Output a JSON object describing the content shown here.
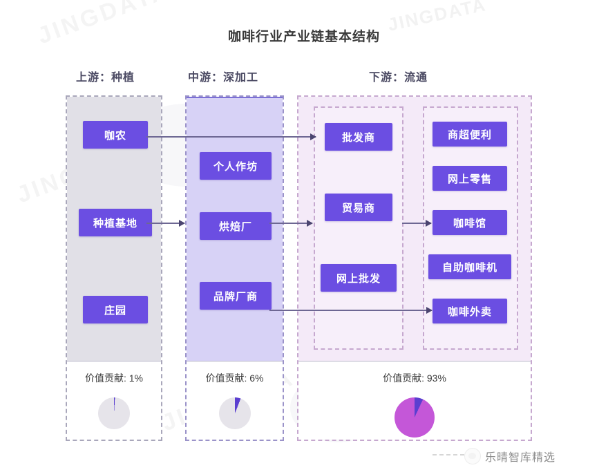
{
  "title": "咖啡行业产业链基本结构",
  "watermarks": {
    "top": "JINGDATA",
    "diagonal": "JINGDATA",
    "brand": "乐晴智库精选"
  },
  "stages": [
    {
      "id": "upstream",
      "header": "上游：种植",
      "value_label": "价值贡献: 1%",
      "value_percent": 1,
      "nodes": [
        "咖农",
        "种植基地",
        "庄园"
      ]
    },
    {
      "id": "midstream",
      "header": "中游：深加工",
      "value_label": "价值贡献: 6%",
      "value_percent": 6,
      "nodes": [
        "个人作坊",
        "烘焙厂",
        "品牌厂商"
      ]
    },
    {
      "id": "downstream",
      "header": "下游：流通",
      "value_label": "价值贡献: 93%",
      "value_percent": 93,
      "groups": [
        {
          "id": "distribution",
          "nodes": [
            "批发商",
            "贸易商",
            "网上批发"
          ]
        },
        {
          "id": "retail",
          "nodes": [
            "商超便利",
            "网上零售",
            "咖啡馆",
            "自助咖啡机",
            "咖啡外卖"
          ]
        }
      ]
    }
  ],
  "colors": {
    "node": "#6b4ee2",
    "upstream_bg": "#e1e0e7",
    "midstream_bg": "#d7d2f6",
    "downstream_bg": "#f4eaf8",
    "arrow": "#6d6793",
    "pie_accent": "#5b3fd0",
    "pie_large": "#c457d8",
    "pie_track": "#e6e4ea"
  },
  "chart_data": [
    {
      "type": "pie",
      "title": "价值贡献: 1%",
      "categories": [
        "上游：种植",
        "其他"
      ],
      "values": [
        1,
        99
      ],
      "colors": [
        "#5b3fd0",
        "#e6e4ea"
      ]
    },
    {
      "type": "pie",
      "title": "价值贡献: 6%",
      "categories": [
        "中游：深加工",
        "其他"
      ],
      "values": [
        6,
        94
      ],
      "colors": [
        "#5b3fd0",
        "#e6e4ea"
      ]
    },
    {
      "type": "pie",
      "title": "价值贡献: 93%",
      "categories": [
        "下游：流通",
        "其他"
      ],
      "values": [
        93,
        7
      ],
      "colors": [
        "#c457d8",
        "#5b3fd0"
      ]
    }
  ]
}
